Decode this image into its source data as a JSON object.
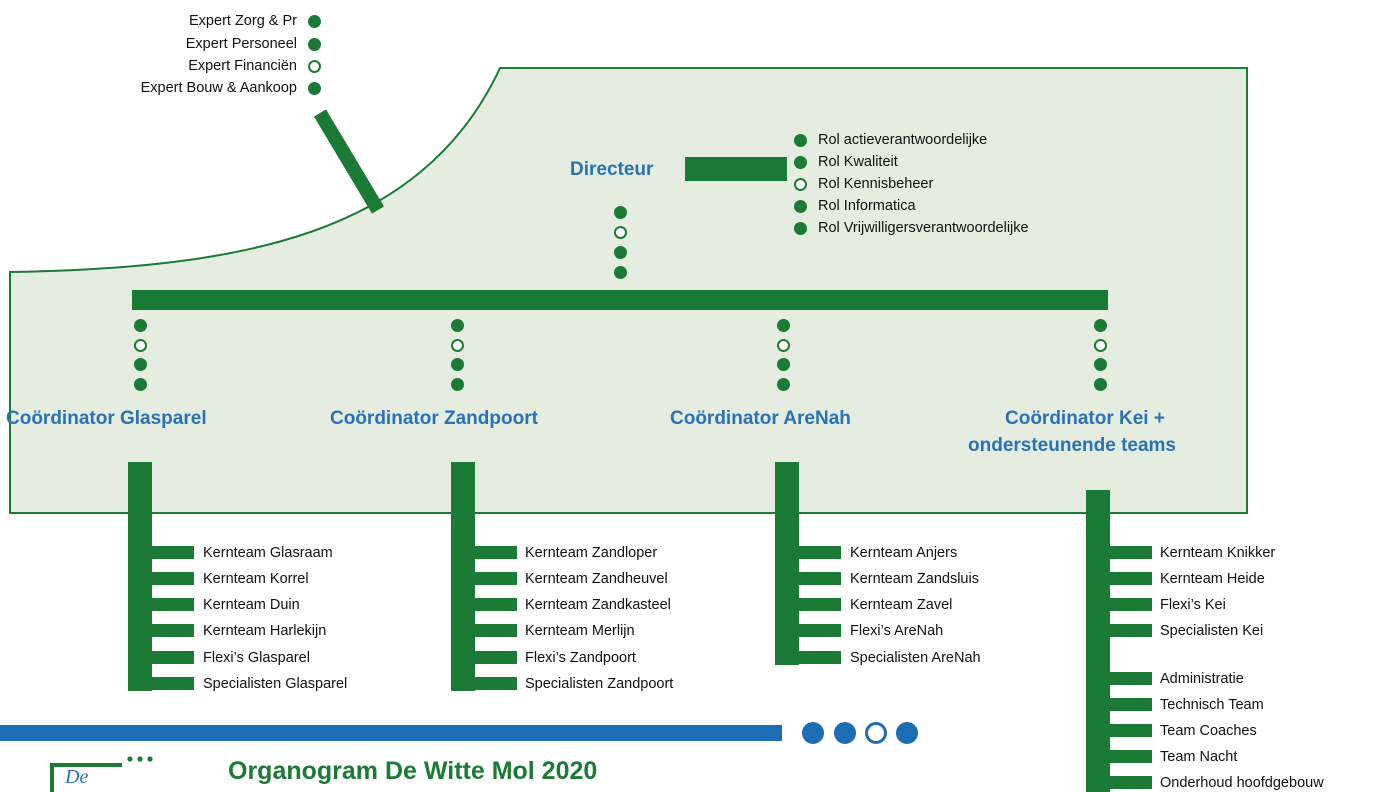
{
  "experts": [
    {
      "label": "Expert Zorg & Pr",
      "filled": true
    },
    {
      "label": "Expert Personeel",
      "filled": true
    },
    {
      "label": "Expert Financiën",
      "filled": false
    },
    {
      "label": "Expert Bouw & Aankoop",
      "filled": true
    }
  ],
  "directeur": "Directeur",
  "roles": [
    {
      "label": "Rol actieverantwoordelijke",
      "filled": true
    },
    {
      "label": "Rol Kwaliteit",
      "filled": true
    },
    {
      "label": "Rol Kennisbeheer",
      "filled": false
    },
    {
      "label": "Rol Informatica",
      "filled": true
    },
    {
      "label": "Rol Vrijwilligersverantwoordelijke",
      "filled": true
    }
  ],
  "coordinators": [
    {
      "label": "Coördinator Glasparel",
      "teams": [
        "Kernteam Glasraam",
        "Kernteam Korrel",
        "Kernteam Duin",
        "Kernteam Harlekijn",
        "Flexi’s Glasparel",
        "Specialisten Glasparel"
      ]
    },
    {
      "label": "Coördinator Zandpoort",
      "teams": [
        "Kernteam Zandloper",
        "Kernteam Zandheuvel",
        "Kernteam Zandkasteel",
        "Kernteam Merlijn",
        "Flexi’s Zandpoort",
        "Specialisten Zandpoort"
      ]
    },
    {
      "label": "Coördinator AreNah",
      "teams": [
        "Kernteam Anjers",
        "Kernteam Zandsluis",
        "Kernteam Zavel",
        "Flexi’s AreNah",
        "Specialisten AreNah"
      ]
    },
    {
      "label_line1": "Coördinator Kei +",
      "label_line2": "ondersteunende teams",
      "teams": [
        "Kernteam Knikker",
        "Kernteam Heide",
        "Flexi’s Kei",
        "Specialisten Kei"
      ],
      "support_teams": [
        "Administratie",
        "Technisch Team",
        "Team Coaches",
        "Team Nacht",
        "Onderhoud hoofdgebouw"
      ]
    }
  ],
  "title": "Organogram De Witte Mol 2020",
  "logo_text": "De",
  "colors": {
    "green": "#1b7a35",
    "panel": "#e4eddf",
    "blue": "#1d6db4",
    "blue_text": "#2a72b5"
  }
}
